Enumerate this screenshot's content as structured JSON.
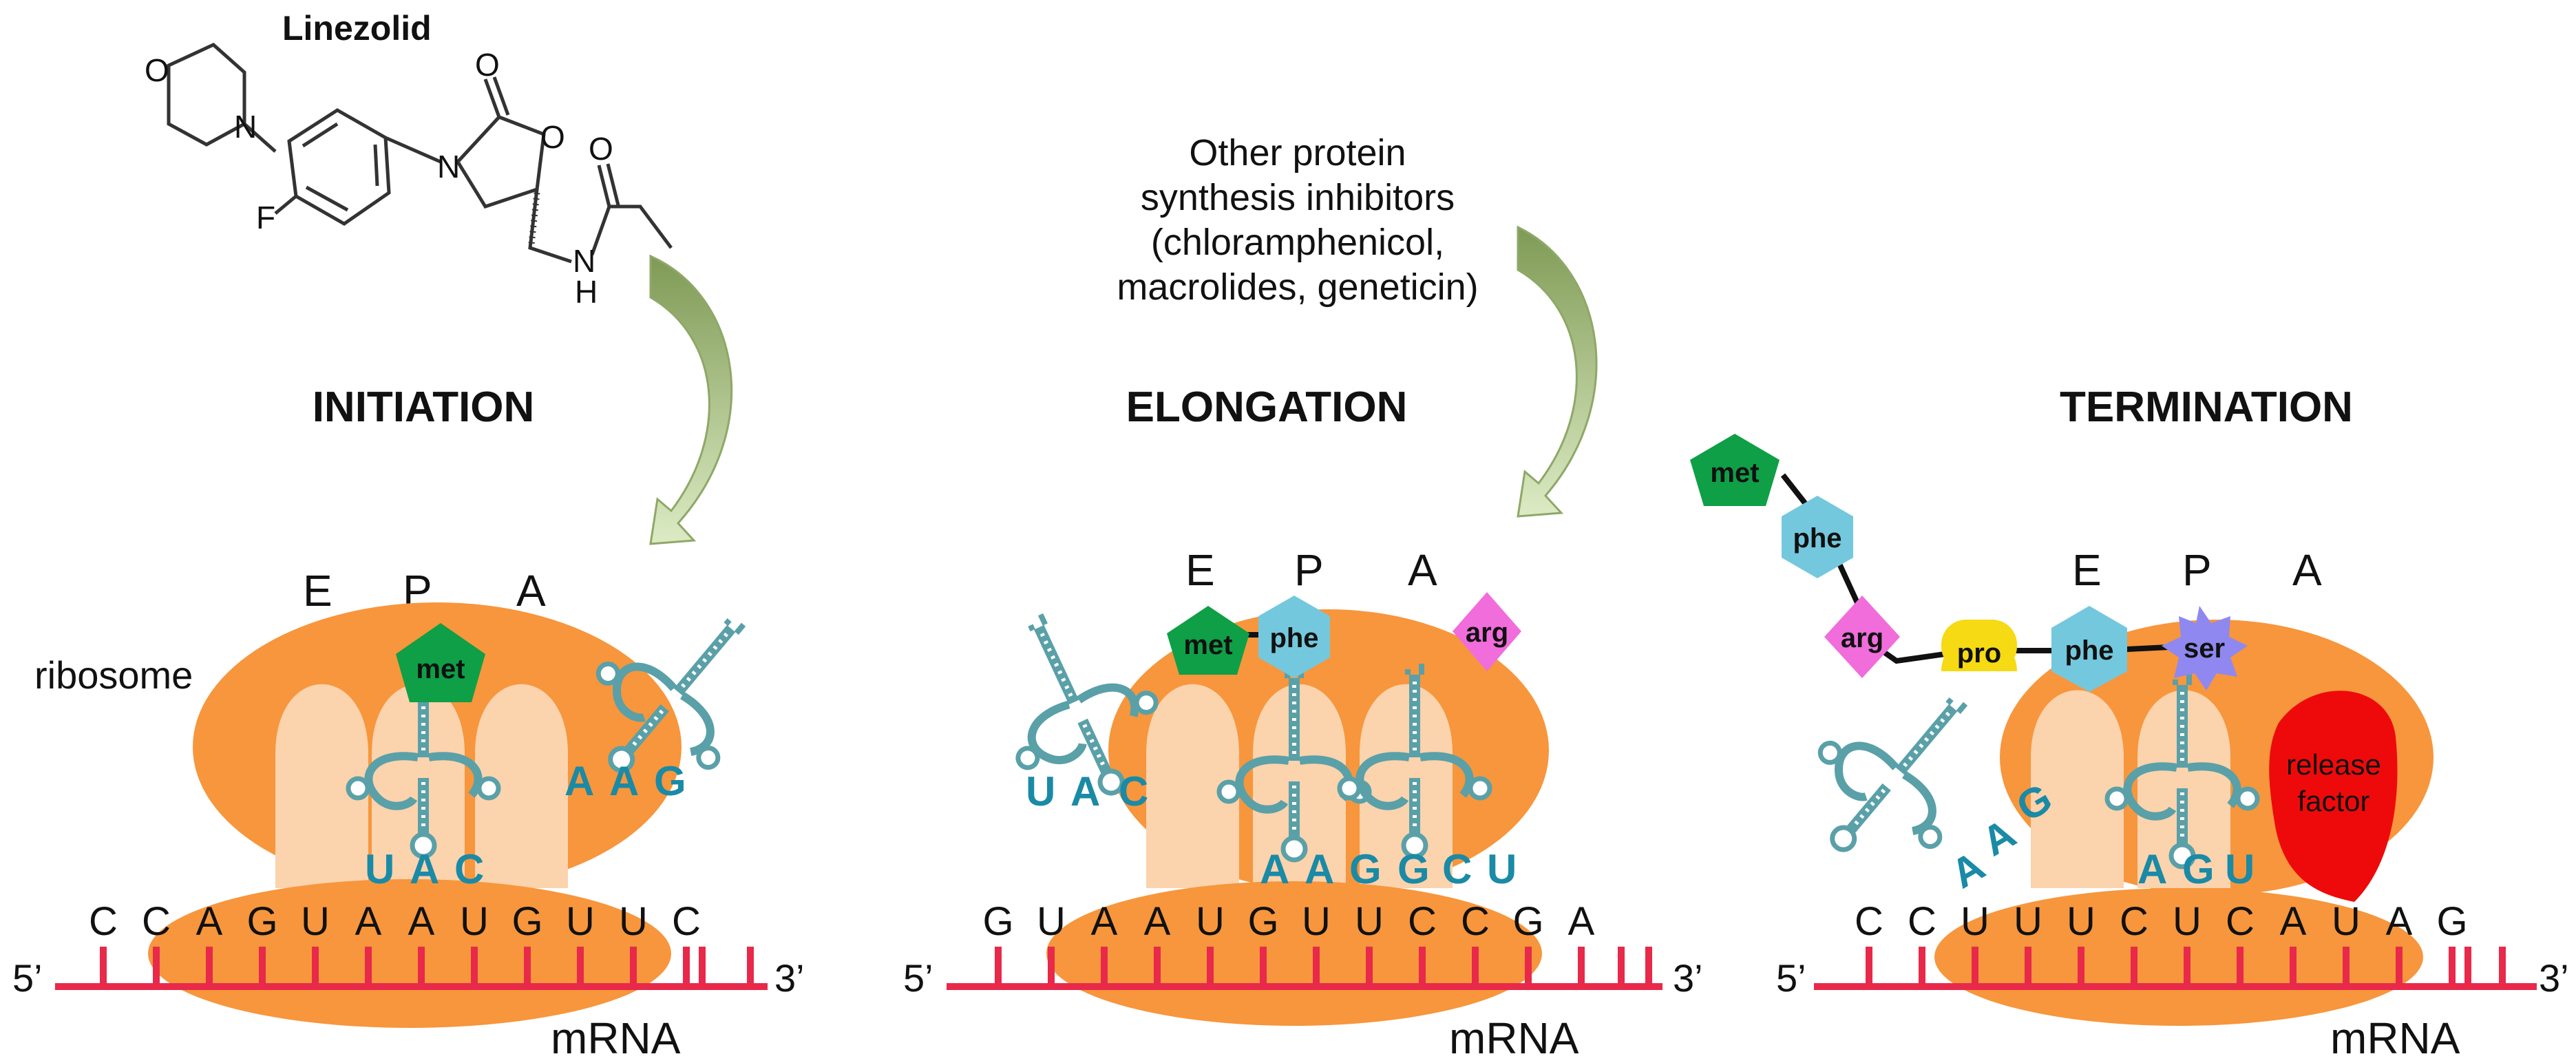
{
  "drug": {
    "name": "Linezolid",
    "atoms": {
      "o_ring": "O",
      "n_ring": "N",
      "fluorine": "F",
      "n_ox": "N",
      "o_ox": "O",
      "o_keto": "O",
      "o_amide": "O",
      "n_amide": "N",
      "h_amide": "H"
    }
  },
  "other_inhibitors": [
    "Other protein",
    "synthesis inhibitors",
    "(chloramphenicol,",
    "macrolides, geneticin)"
  ],
  "colors": {
    "ribosome": "#f7963c",
    "ribosome_light": "#fbd3ad",
    "mrna": "#e8294a",
    "trna": "#5aa0a8",
    "anticodon": "#1a8aa6",
    "arrow": "#8ea868",
    "met": "#0f9f47",
    "phe": "#74c8dd",
    "arg": "#f06ddb",
    "pro": "#f5da14",
    "ser": "#8f88f0",
    "release_factor": "#ee0a0a"
  },
  "panels": [
    {
      "id": "initiation",
      "title": "INITIATION",
      "sites": [
        "E",
        "P",
        "A"
      ],
      "label_ribosome": "ribosome",
      "mrna_5": "5’",
      "mrna_3": "3’",
      "mrna_label": "mRNA",
      "codons": [
        "C",
        "C",
        "A",
        "G",
        "U",
        "A",
        "A",
        "U",
        "G",
        "U",
        "U",
        "C"
      ],
      "p_anticodon": [
        "U",
        "A",
        "C"
      ],
      "p_amino": "met",
      "incoming_anticodon": [
        "A",
        "A",
        "G"
      ]
    },
    {
      "id": "elongation",
      "title": "ELONGATION",
      "sites": [
        "E",
        "P",
        "A"
      ],
      "mrna_5": "5’",
      "mrna_3": "3’",
      "mrna_label": "mRNA",
      "codons": [
        "G",
        "U",
        "A",
        "A",
        "U",
        "G",
        "U",
        "U",
        "C",
        "C",
        "G",
        "A"
      ],
      "p_anticodon": [
        "A",
        "A",
        "G"
      ],
      "a_anticodon": [
        "G",
        "C",
        "U"
      ],
      "exit_anticodon": [
        "U",
        "A",
        "C"
      ],
      "chain": [
        "met",
        "phe"
      ],
      "a_amino": "arg"
    },
    {
      "id": "termination",
      "title": "TERMINATION",
      "sites": [
        "E",
        "P",
        "A"
      ],
      "mrna_5": "5’",
      "mrna_3": "3’",
      "mrna_label": "mRNA",
      "codons": [
        "C",
        "C",
        "U",
        "U",
        "U",
        "C",
        "U",
        "C",
        "A",
        "U",
        "A",
        "G"
      ],
      "p_anticodon": [
        "A",
        "G",
        "U"
      ],
      "exit_anticodon": [
        "A",
        "A",
        "G"
      ],
      "chain": [
        "met",
        "phe",
        "arg",
        "pro",
        "phe",
        "ser"
      ],
      "release_factor": [
        "release",
        "factor"
      ]
    }
  ]
}
